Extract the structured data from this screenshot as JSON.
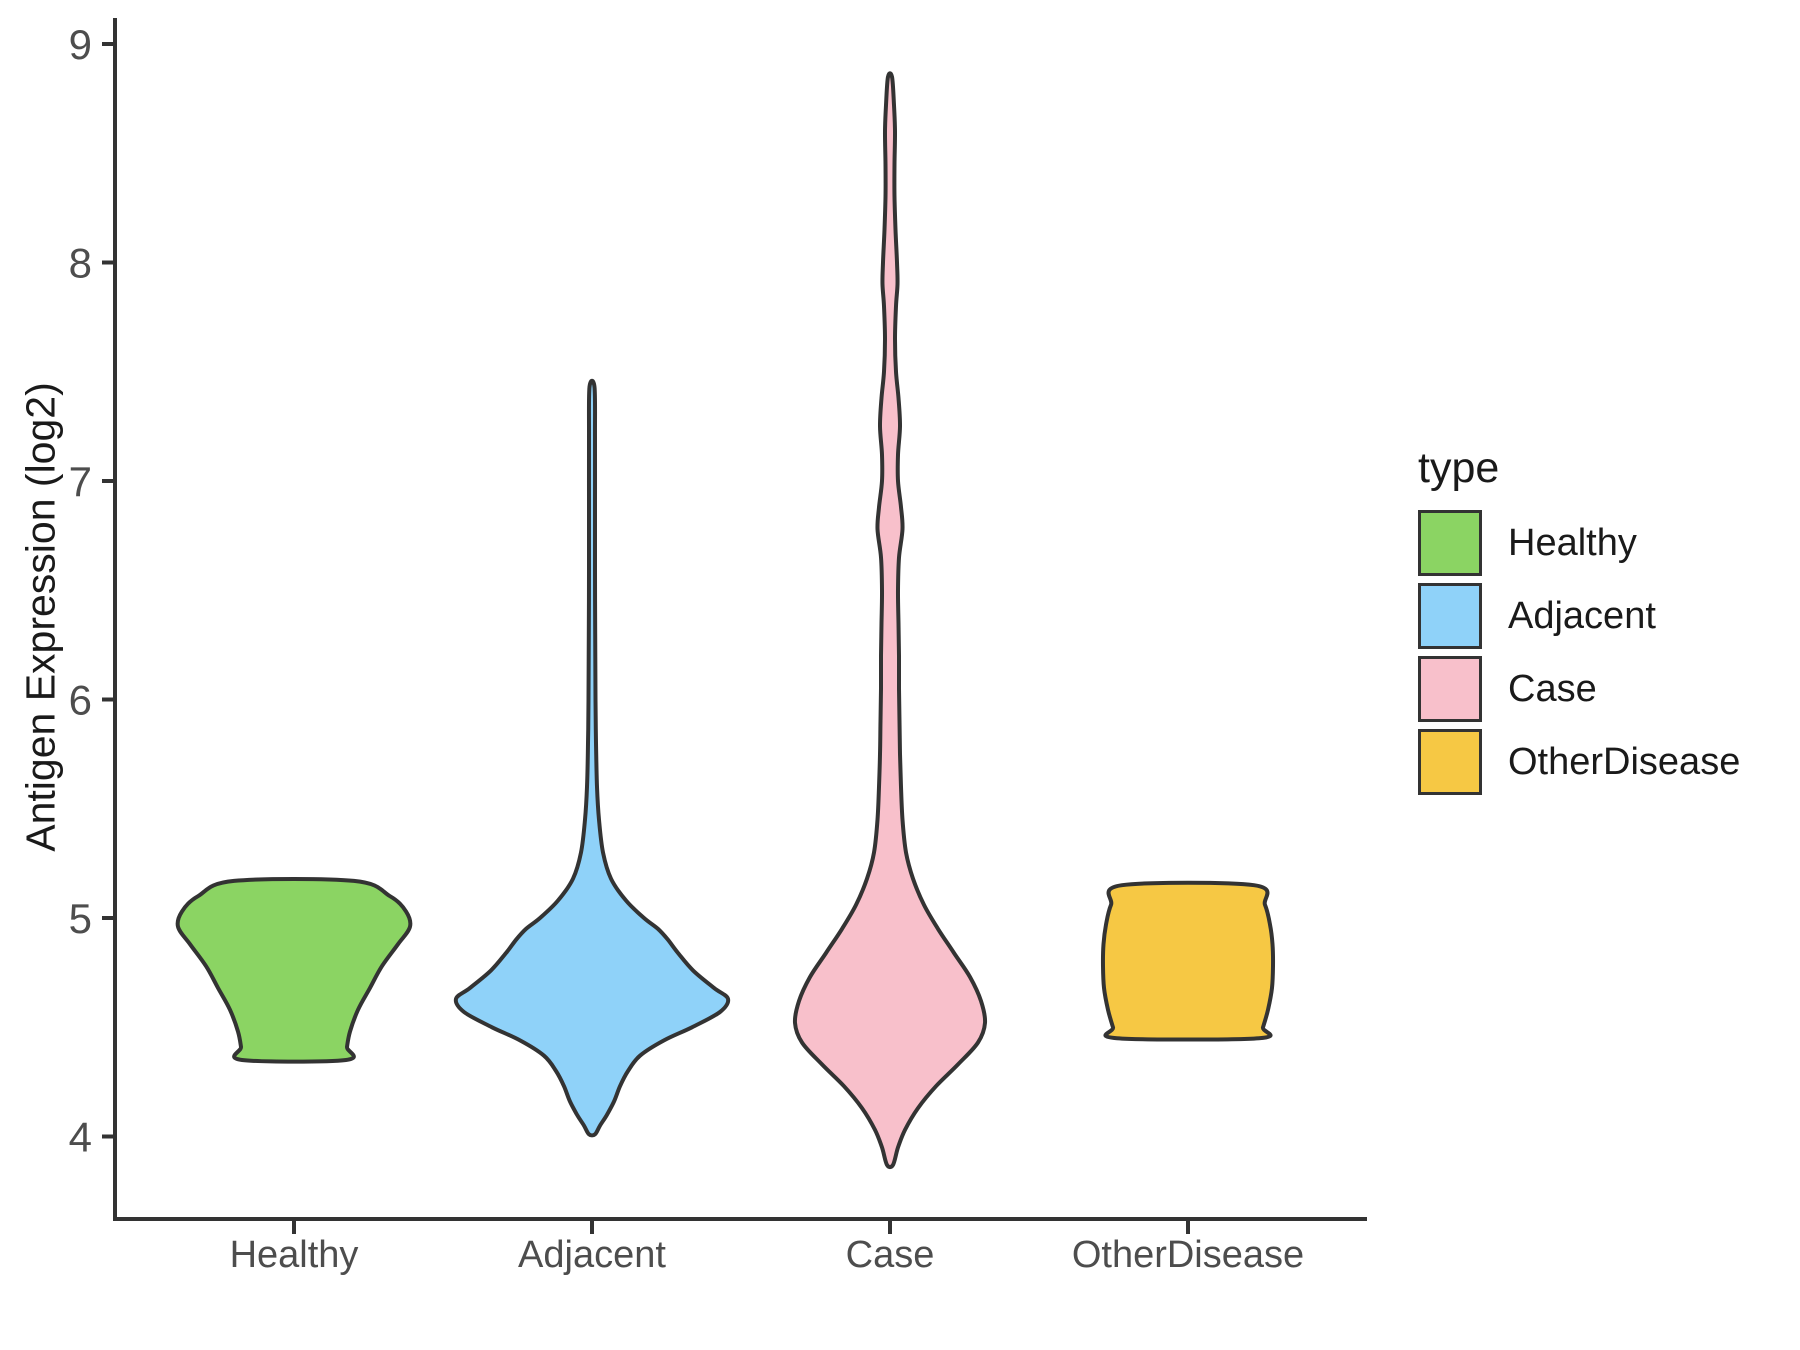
{
  "chart_data": {
    "type": "violin",
    "title": "",
    "xlabel": "",
    "ylabel": "Antigen Expression (log2)",
    "categories": [
      "Healthy",
      "Adjacent",
      "Case",
      "OtherDisease"
    ],
    "y_ticks": [
      9,
      8,
      7,
      6,
      5,
      4
    ],
    "ylim": [
      3.6,
      9.1
    ],
    "grid": "off",
    "legend_position": "right",
    "legend": {
      "title": "type",
      "entries": [
        {
          "label": "Healthy",
          "color": "#8BD463"
        },
        {
          "label": "Adjacent",
          "color": "#8FD2F9"
        },
        {
          "label": "Case",
          "color": "#F8C0CB"
        },
        {
          "label": "OtherDisease",
          "color": "#F6C844"
        }
      ]
    },
    "colors": {
      "outline": "#333333",
      "axis": "#333333",
      "tick_label_text": "#4D4D4D",
      "axis_title_text": "#1a1a1a"
    },
    "series": [
      {
        "name": "Healthy",
        "color": "#8BD463",
        "center_x": 294,
        "end_style": "flat",
        "value_range": [
          4.35,
          5.17
        ],
        "peak_value": 4.96,
        "profile": [
          [
            5.17,
            60
          ],
          [
            5.1,
            96
          ],
          [
            5.03,
            112
          ],
          [
            4.96,
            116
          ],
          [
            4.88,
            104
          ],
          [
            4.78,
            88
          ],
          [
            4.68,
            76
          ],
          [
            4.58,
            64
          ],
          [
            4.48,
            56
          ],
          [
            4.41,
            53
          ],
          [
            4.35,
            52
          ]
        ]
      },
      {
        "name": "Adjacent",
        "color": "#8FD2F9",
        "center_x": 592,
        "end_style": "point",
        "value_range": [
          4.01,
          7.43
        ],
        "peak_value": 4.63,
        "profile": [
          [
            7.43,
            2.5
          ],
          [
            7.2,
            3
          ],
          [
            6.9,
            3
          ],
          [
            6.6,
            3
          ],
          [
            6.3,
            3.2
          ],
          [
            6.0,
            3.5
          ],
          [
            5.8,
            4
          ],
          [
            5.6,
            5
          ],
          [
            5.45,
            7
          ],
          [
            5.3,
            11
          ],
          [
            5.18,
            19
          ],
          [
            5.08,
            34
          ],
          [
            5.0,
            52
          ],
          [
            4.95,
            66
          ],
          [
            4.9,
            76
          ],
          [
            4.84,
            86
          ],
          [
            4.76,
            101
          ],
          [
            4.68,
            122
          ],
          [
            4.63,
            136
          ],
          [
            4.57,
            128
          ],
          [
            4.5,
            100
          ],
          [
            4.44,
            72
          ],
          [
            4.37,
            48
          ],
          [
            4.3,
            36
          ],
          [
            4.23,
            28
          ],
          [
            4.16,
            22
          ],
          [
            4.1,
            15
          ],
          [
            4.05,
            8
          ],
          [
            4.01,
            3
          ]
        ]
      },
      {
        "name": "Case",
        "color": "#F8C0CB",
        "center_x": 890,
        "end_style": "point",
        "value_range": [
          3.87,
          8.85
        ],
        "peak_value": 4.52,
        "profile": [
          [
            8.85,
            2
          ],
          [
            8.72,
            4
          ],
          [
            8.6,
            5
          ],
          [
            8.45,
            4.5
          ],
          [
            8.3,
            4.5
          ],
          [
            8.15,
            5.5
          ],
          [
            8.0,
            7
          ],
          [
            7.9,
            7.5
          ],
          [
            7.8,
            6
          ],
          [
            7.65,
            5
          ],
          [
            7.5,
            6
          ],
          [
            7.38,
            8.5
          ],
          [
            7.25,
            10
          ],
          [
            7.12,
            8
          ],
          [
            7.0,
            8
          ],
          [
            6.88,
            11
          ],
          [
            6.78,
            12.5
          ],
          [
            6.65,
            9
          ],
          [
            6.5,
            8
          ],
          [
            6.35,
            8.5
          ],
          [
            6.2,
            9
          ],
          [
            6.05,
            9
          ],
          [
            5.9,
            9.5
          ],
          [
            5.75,
            10
          ],
          [
            5.6,
            11
          ],
          [
            5.45,
            12.5
          ],
          [
            5.3,
            16
          ],
          [
            5.18,
            23
          ],
          [
            5.06,
            34
          ],
          [
            4.95,
            48
          ],
          [
            4.84,
            64
          ],
          [
            4.73,
            80
          ],
          [
            4.62,
            91
          ],
          [
            4.52,
            95
          ],
          [
            4.43,
            88
          ],
          [
            4.33,
            68
          ],
          [
            4.23,
            46
          ],
          [
            4.13,
            28
          ],
          [
            4.03,
            15
          ],
          [
            3.95,
            8
          ],
          [
            3.87,
            3
          ]
        ]
      },
      {
        "name": "OtherDisease",
        "color": "#F6C844",
        "center_x": 1188,
        "end_style": "flat",
        "value_range": [
          4.45,
          5.15
        ],
        "peak_value": 4.78,
        "profile": [
          [
            5.15,
            66
          ],
          [
            5.06,
            77
          ],
          [
            4.97,
            82
          ],
          [
            4.88,
            84.5
          ],
          [
            4.78,
            85
          ],
          [
            4.68,
            84
          ],
          [
            4.58,
            80
          ],
          [
            4.5,
            75
          ],
          [
            4.45,
            71
          ]
        ]
      }
    ]
  }
}
